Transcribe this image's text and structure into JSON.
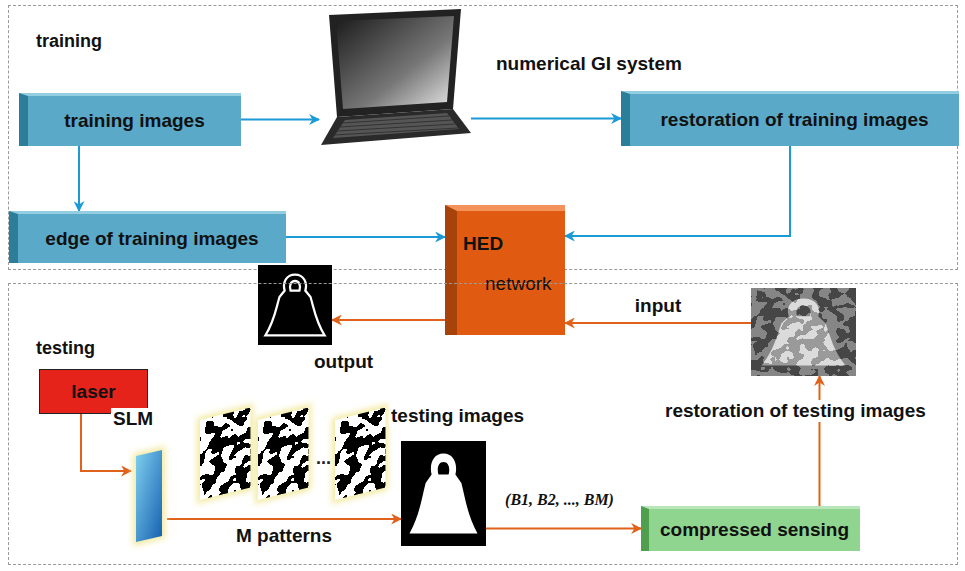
{
  "diagram": {
    "nodes": [
      {
        "text": [
          "training"
        ]
      },
      {
        "text": [
          "training images"
        ],
        "in": 0
      },
      {
        "text": [
          "numerical GI system"
        ],
        "in": 0
      },
      {
        "text": [
          "restoration of training images"
        ],
        "in": 0
      },
      {
        "text": [
          "edge of training images"
        ],
        "in": 0
      },
      {
        "text": [
          "HED",
          "network"
        ]
      },
      {
        "text": [
          "output"
        ]
      },
      {
        "text": [
          "testing"
        ]
      },
      {
        "text": [
          "restoration of testing images"
        ],
        "in": 7
      },
      {
        "text": [
          "laser"
        ],
        "in": 7
      },
      {
        "text": [
          "SLM"
        ],
        "in": 7
      },
      {
        "text": [
          "testing images"
        ],
        "in": 7
      },
      {
        "text": [
          "compressed sensing"
        ],
        "in": 7
      }
    ],
    "edges": [
      {
        "from": 1,
        "to": 2,
        "arrow": "to"
      },
      {
        "from": 2,
        "to": 3,
        "arrow": "to"
      },
      {
        "from": 1,
        "to": 4,
        "arrow": "to"
      },
      {
        "from": 4,
        "to": 5,
        "arrow": "to"
      },
      {
        "from": 3,
        "to": 5,
        "arrow": "to"
      },
      {
        "from": 5,
        "to": 6,
        "arrow": "to"
      },
      {
        "from": 8,
        "to": 5,
        "label": "input",
        "arrow": "to"
      },
      {
        "from": 9,
        "to": 10,
        "arrow": "to"
      },
      {
        "from": 10,
        "to": 11,
        "label": "M patterns",
        "arrow": "to"
      },
      {
        "from": 11,
        "to": 12,
        "label": "(B1, B2, ..., BM)",
        "arrow": "to"
      },
      {
        "from": 12,
        "to": 8,
        "arrow": "to"
      }
    ],
    "labels": [
      "..."
    ]
  }
}
